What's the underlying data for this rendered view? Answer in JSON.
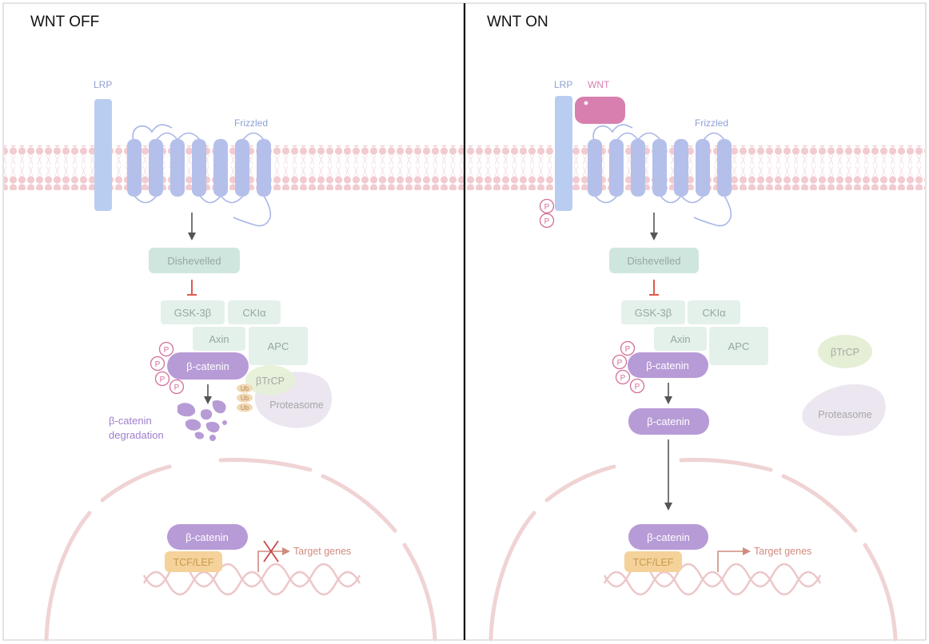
{
  "panels": {
    "off": {
      "title": "WNT OFF",
      "lrp": "LRP",
      "frizzled": "Frizzled",
      "dishevelled": "Dishevelled",
      "gsk3b": "GSK-3β",
      "ck1a": "CKIα",
      "axin": "Axin",
      "apc": "APC",
      "bcatenin_complex": "β-catenin",
      "btrcp": "βTrCP",
      "ub": "Ub",
      "proteasome": "Proteasome",
      "degradation_line1": "β-catenin",
      "degradation_line2": "degradation",
      "bcatenin_nucleus": "β-catenin",
      "tcf_lef": "TCF/LEF",
      "target_genes": "Target genes",
      "phospho": "P"
    },
    "on": {
      "title": "WNT ON",
      "lrp": "LRP",
      "wnt": "WNT",
      "frizzled": "Frizzled",
      "dishevelled": "Dishevelled",
      "gsk3b": "GSK-3β",
      "ck1a": "CKIα",
      "axin": "Axin",
      "apc": "APC",
      "bcatenin_complex": "β-catenin",
      "bcatenin_free": "β-catenin",
      "btrcp": "βTrCP",
      "proteasome": "Proteasome",
      "bcatenin_nucleus": "β-catenin",
      "tcf_lef": "TCF/LEF",
      "target_genes": "Target genes",
      "phospho": "P"
    }
  },
  "colors": {
    "membrane": "#f3d2d6",
    "membrane_dot": "#efc3c9",
    "receptor": "#b4c0ea",
    "receptor_line": "#a9b5e6",
    "lrp": "#b9cdf0",
    "wnt": "#d77fae",
    "dishevelled": "#cfe6df",
    "complex": "#e4f1ea",
    "bcatenin": "#b79bd6",
    "btrcp": "#e5efd6",
    "proteasome": "#ece6f0",
    "tcf": "#f4d29a",
    "dna": "#ecc6c8",
    "nucleus": "#f0d3d4",
    "inhibit": "#e05a4e",
    "arrow": "#555555",
    "ub": "#f2d9b6",
    "phospho": "#d4709a",
    "text_label": "#8fa0d4",
    "text_dark_green": "#95a89f",
    "text_grey": "#a7a7a7",
    "text_target": "#d08b7f",
    "divider": "#000000"
  }
}
